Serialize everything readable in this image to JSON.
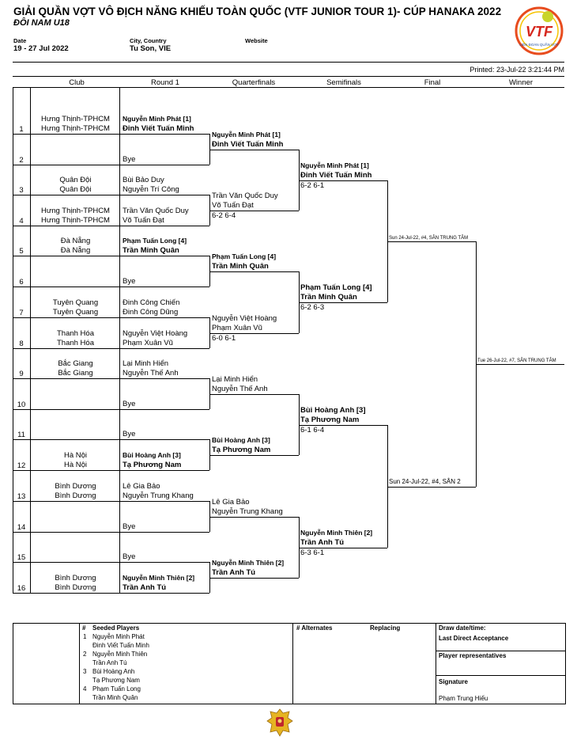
{
  "header": {
    "title": "GIẢI QUẦN VỢT VÔ ĐỊCH NĂNG KHIẾU TOÀN QUỐC (VTF JUNIOR TOUR 1)- CÚP HANAKA 2022",
    "subtitle": "ĐÔI NAM U18",
    "date_label": "Date",
    "date_value": "19 - 27 Jul 2022",
    "city_label": "City, Country",
    "city_value": "Tu Son, VIE",
    "website_label": "Website",
    "printed": "Printed: 23-Jul-22 3:21:44 PM",
    "logo_text": "VTF",
    "logo_sub": "LIÊN ĐOÀN QUẦN VỢT"
  },
  "columns": [
    "Club",
    "Round 1",
    "Quarterfinals",
    "Semifinals",
    "Final",
    "Winner"
  ],
  "draw": [
    {
      "n": "1",
      "c1": "Hưng Thịnh-TPHCM",
      "c2": "Hưng Thịnh-TPHCM",
      "p1": "Nguyễn Minh Phát [1]",
      "p2": "Đinh Viết Tuấn Minh"
    },
    {
      "n": "2",
      "c1": "",
      "c2": "",
      "p1": "",
      "p2": "Bye"
    },
    {
      "n": "3",
      "c1": "Quân Đội",
      "c2": "Quân Đội",
      "p1": "Bùi Bảo Duy",
      "p2": "Nguyễn Trí Công"
    },
    {
      "n": "4",
      "c1": "Hưng Thịnh-TPHCM",
      "c2": "Hưng Thịnh-TPHCM",
      "p1": "Trần Văn Quốc Duy",
      "p2": "Võ Tuấn Đạt"
    },
    {
      "n": "5",
      "c1": "Đà Nẵng",
      "c2": "Đà Nẵng",
      "p1": "Phạm Tuấn Long [4]",
      "p2": "Trần Minh Quân"
    },
    {
      "n": "6",
      "c1": "",
      "c2": "",
      "p1": "",
      "p2": "Bye"
    },
    {
      "n": "7",
      "c1": "Tuyên Quang",
      "c2": "Tuyên Quang",
      "p1": "Đinh Công Chiến",
      "p2": "Đinh Công Dũng"
    },
    {
      "n": "8",
      "c1": "Thanh Hóa",
      "c2": "Thanh Hóa",
      "p1": "Nguyễn Việt Hoàng",
      "p2": "Phạm Xuân Vũ"
    },
    {
      "n": "9",
      "c1": "Bắc Giang",
      "c2": "Bắc Giang",
      "p1": "Lại Minh Hiển",
      "p2": "Nguyễn Thế Anh"
    },
    {
      "n": "10",
      "c1": "",
      "c2": "",
      "p1": "",
      "p2": "Bye"
    },
    {
      "n": "11",
      "c1": "",
      "c2": "",
      "p1": "",
      "p2": "Bye"
    },
    {
      "n": "12",
      "c1": "Hà Nội",
      "c2": "Hà Nội",
      "p1": "Bùi Hoàng Anh [3]",
      "p2": "Tạ Phương Nam"
    },
    {
      "n": "13",
      "c1": "Bình Dương",
      "c2": "Bình Dương",
      "p1": "Lê Gia Bảo",
      "p2": "Nguyễn Trung Khang"
    },
    {
      "n": "14",
      "c1": "",
      "c2": "",
      "p1": "",
      "p2": "Bye"
    },
    {
      "n": "15",
      "c1": "",
      "c2": "",
      "p1": "",
      "p2": "Bye"
    },
    {
      "n": "16",
      "c1": "Bình Dương",
      "c2": "Bình Dương",
      "p1": "Nguyễn Minh Thiên [2]",
      "p2": "Trần Anh Tú"
    }
  ],
  "qf": [
    {
      "p1": "Nguyễn Minh Phát [1]",
      "p2": "Đinh Viết Tuấn Minh",
      "score": ""
    },
    {
      "p1": "Trần Văn Quốc Duy",
      "p2": "Võ Tuấn Đạt",
      "score": "6-2 6-4"
    },
    {
      "p1": "Phạm Tuấn Long [4]",
      "p2": "Trần Minh Quân",
      "score": ""
    },
    {
      "p1": "Nguyễn Việt Hoàng",
      "p2": "Phạm Xuân Vũ",
      "score": "6-0 6-1"
    },
    {
      "p1": "Lại Minh Hiển",
      "p2": "Nguyễn Thế Anh",
      "score": ""
    },
    {
      "p1": "Bùi Hoàng Anh [3]",
      "p2": "Tạ Phương Nam",
      "score": ""
    },
    {
      "p1": "Lê Gia Bảo",
      "p2": "Nguyễn Trung Khang",
      "score": ""
    },
    {
      "p1": "Nguyễn Minh Thiên [2]",
      "p2": "Trần Anh Tú",
      "score": ""
    }
  ],
  "sf": [
    {
      "p1": "Nguyễn Minh Phát [1]",
      "p2": "Đinh Viết Tuấn Minh",
      "score": "6-2 6-1"
    },
    {
      "p1": "Phạm Tuấn Long [4]",
      "p2": "Trần Minh Quân",
      "score": "6-2 6-3"
    },
    {
      "p1": "Bùi Hoàng Anh [3]",
      "p2": "Tạ Phương Nam",
      "score": "6-1 6-4"
    },
    {
      "p1": "Nguyễn Minh Thiên [2]",
      "p2": "Trần Anh Tú",
      "score": "6-3 6-1"
    }
  ],
  "schedule": {
    "f1": "Sun 24-Jul-22, #4, SÂN TRUNG TÂM",
    "f2": "Sun 24-Jul-22, #4, SÂN 2",
    "w": "Tue 26-Jul-22, #7, SÂN TRUNG TÂM"
  },
  "footer": {
    "seeded_hash": "#",
    "seeded_title": "Seeded Players",
    "seeds": [
      {
        "n": "1",
        "a": "Nguyễn Minh Phát",
        "b": "Đinh Viết Tuấn Minh"
      },
      {
        "n": "2",
        "a": "Nguyễn Minh Thiên",
        "b": "Trần Anh Tú"
      },
      {
        "n": "3",
        "a": "Bùi Hoàng Anh",
        "b": "Tạ Phương Nam"
      },
      {
        "n": "4",
        "a": "Phạm Tuấn Long",
        "b": "Trần Minh Quân"
      }
    ],
    "alternates": "# Alternates",
    "replacing": "Replacing",
    "draw_date": "Draw date/time:",
    "last_direct": "Last Direct Acceptance",
    "player_reps": "Player representatives",
    "signature": "Signature",
    "signer": "Phạm Trung Hiếu"
  }
}
